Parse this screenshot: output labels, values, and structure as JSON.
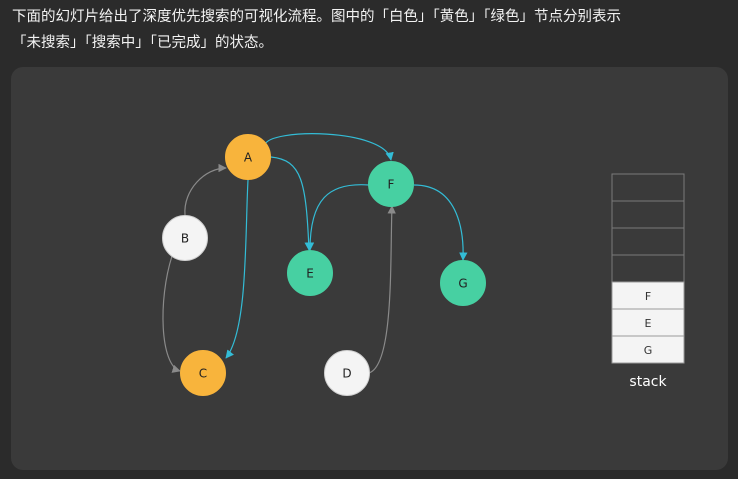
{
  "description": {
    "line1": "下面的幻灯片给出了深度优先搜索的可视化流程。图中的「白色」「黄色」「绿色」节点分别表示",
    "line2": "「未搜索」「搜索中」「已完成」的状态。"
  },
  "colors": {
    "white": "#f4f4f4",
    "yellow": "#f8b43c",
    "green": "#47d0a2",
    "edge_visited": "#33bcd6",
    "edge_default": "#8a8a8a"
  },
  "nodes": [
    {
      "id": "A",
      "label": "A",
      "state": "yellow"
    },
    {
      "id": "B",
      "label": "B",
      "state": "white"
    },
    {
      "id": "C",
      "label": "C",
      "state": "yellow"
    },
    {
      "id": "D",
      "label": "D",
      "state": "white"
    },
    {
      "id": "E",
      "label": "E",
      "state": "green"
    },
    {
      "id": "F",
      "label": "F",
      "state": "green"
    },
    {
      "id": "G",
      "label": "G",
      "state": "green"
    }
  ],
  "edges": [
    {
      "from": "A",
      "to": "F",
      "visited": true
    },
    {
      "from": "A",
      "to": "E",
      "visited": true
    },
    {
      "from": "A",
      "to": "C",
      "visited": true
    },
    {
      "from": "F",
      "to": "E",
      "visited": true
    },
    {
      "from": "F",
      "to": "G",
      "visited": true
    },
    {
      "from": "B",
      "to": "A",
      "visited": false
    },
    {
      "from": "B",
      "to": "C",
      "visited": false
    },
    {
      "from": "D",
      "to": "F",
      "visited": false
    }
  ],
  "stack": {
    "label": "stack",
    "items": [
      "F",
      "E",
      "G"
    ]
  }
}
